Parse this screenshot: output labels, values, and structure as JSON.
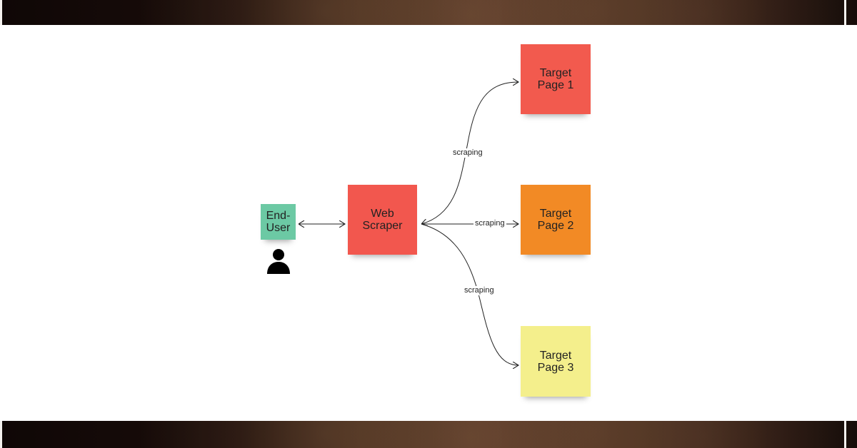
{
  "diagram": {
    "nodes": {
      "end_user": {
        "line1": "End-",
        "line2": "User",
        "color": "#6cc9a4"
      },
      "web_scraper": {
        "line1": "Web",
        "line2": "Scraper",
        "color": "#f2574e"
      },
      "target_1": {
        "line1": "Target",
        "line2": "Page 1",
        "color": "#f25a4e"
      },
      "target_2": {
        "line1": "Target",
        "line2": "Page 2",
        "color": "#f28a25"
      },
      "target_3": {
        "line1": "Target",
        "line2": "Page 3",
        "color": "#f4ef8c"
      }
    },
    "edges": [
      {
        "from": "end_user",
        "to": "web_scraper",
        "label": "",
        "bidirectional": true
      },
      {
        "from": "web_scraper",
        "to": "target_1",
        "label": "scraping"
      },
      {
        "from": "web_scraper",
        "to": "target_2",
        "label": "scraping"
      },
      {
        "from": "web_scraper",
        "to": "target_3",
        "label": "scraping"
      }
    ],
    "icons": {
      "user": "person-icon"
    }
  }
}
